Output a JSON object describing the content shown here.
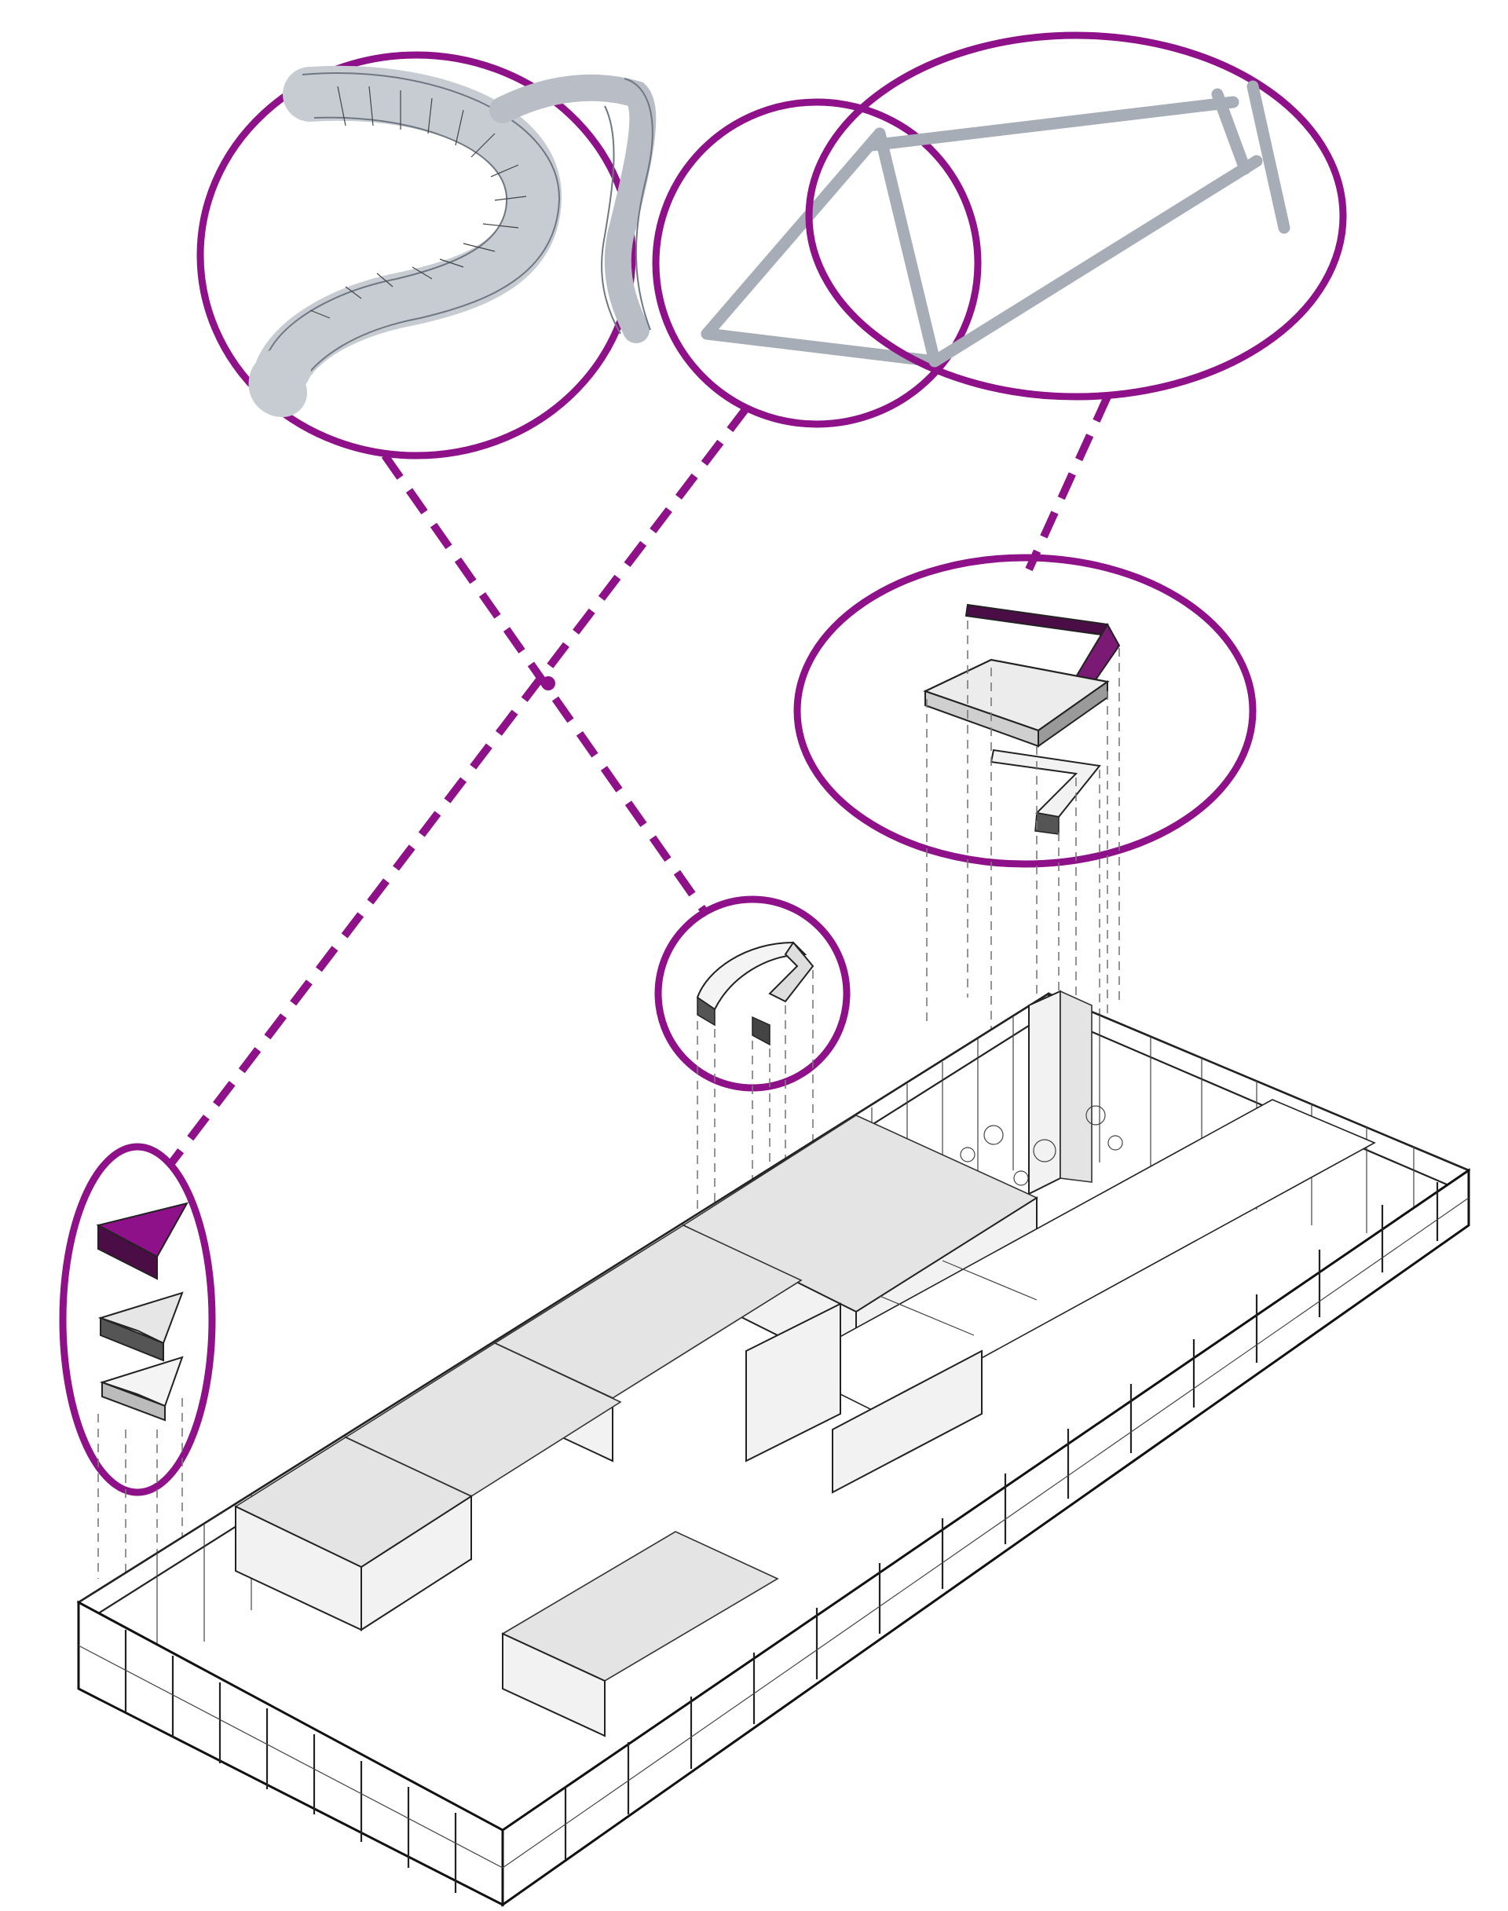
{
  "diagram": {
    "accent_color": "#8e1189",
    "sketch_color": "#a7adb6",
    "line_color": "#222222",
    "callouts": [
      {
        "id": "handlebar",
        "icon": "handlebar-sketch"
      },
      {
        "id": "seat-tube",
        "icon": "bike-frame-triangle-sketch"
      },
      {
        "id": "top-tube",
        "icon": "bike-frame-tubes-sketch"
      },
      {
        "id": "u-partition",
        "icon": "u-shaped-wall-element"
      },
      {
        "id": "folded-partition",
        "icon": "folded-wall-exploded-element"
      },
      {
        "id": "stacked-triangles",
        "icon": "triangular-wall-elements"
      }
    ],
    "building": {
      "icon": "isometric-floor-plan"
    }
  }
}
